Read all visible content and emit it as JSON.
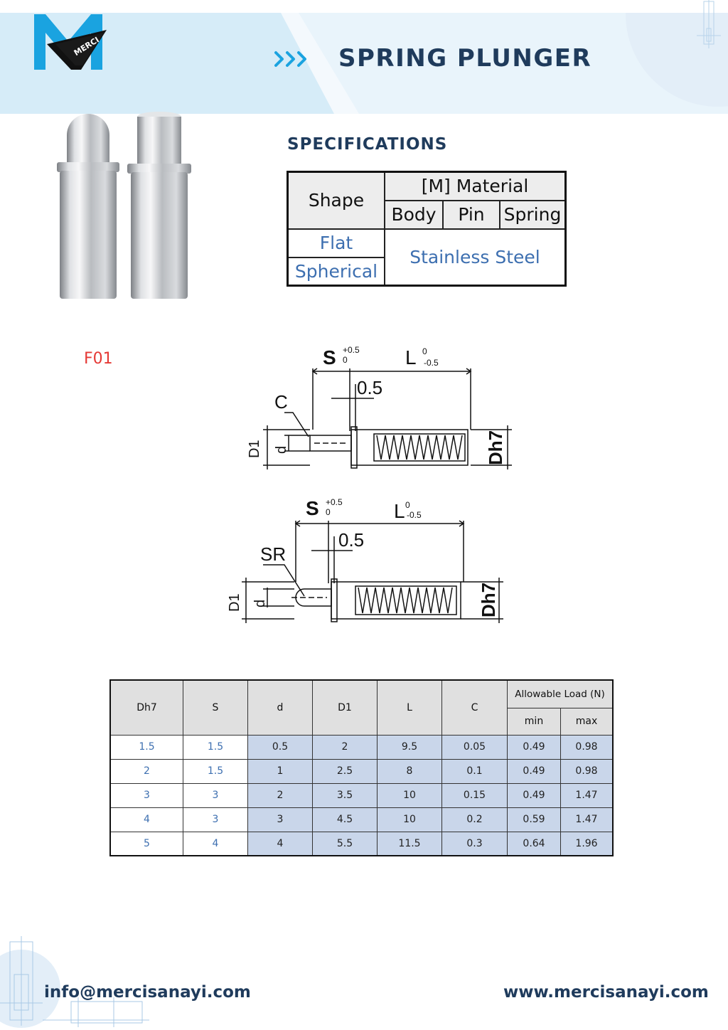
{
  "header": {
    "title": "SPRING PLUNGER",
    "logo_text": "MERCI"
  },
  "specs": {
    "title": "SPECIFICATIONS",
    "shape_label": "Shape",
    "material_label": "[M] Material",
    "body_label": "Body",
    "pin_label": "Pin",
    "spring_label": "Spring",
    "shapes": [
      "Flat",
      "Spherical"
    ],
    "material": "Stainless Steel"
  },
  "model_code": "F01",
  "diagrams": {
    "flat": {
      "s_label": "S",
      "s_tol_upper": "+0.5",
      "s_tol_lower": "0",
      "l_label": "L",
      "l_tol_upper": "0",
      "l_tol_lower": "-0.5",
      "gap": "0.5",
      "tip_label": "C",
      "d1_label": "D1",
      "d_label": "d",
      "dh7_label": "Dh7"
    },
    "spherical": {
      "s_label": "S",
      "s_tol_upper": "+0.5",
      "s_tol_lower": "0",
      "l_label": "L",
      "l_tol_upper": "0",
      "l_tol_lower": "-0.5",
      "gap": "0.5",
      "tip_label": "SR",
      "d1_label": "D1",
      "d_label": "d",
      "dh7_label": "Dh7"
    }
  },
  "table": {
    "headers": {
      "dh7": "Dh7",
      "s": "S",
      "d": "d",
      "d1": "D1",
      "l": "L",
      "c": "C",
      "load": "Allowable Load (N)",
      "min": "min",
      "max": "max"
    },
    "rows": [
      [
        "1.5",
        "1.5",
        "0.5",
        "2",
        "9.5",
        "0.05",
        "0.49",
        "0.98"
      ],
      [
        "2",
        "1.5",
        "1",
        "2.5",
        "8",
        "0.1",
        "0.49",
        "0.98"
      ],
      [
        "3",
        "3",
        "2",
        "3.5",
        "10",
        "0.15",
        "0.49",
        "1.47"
      ],
      [
        "4",
        "3",
        "3",
        "4.5",
        "10",
        "0.2",
        "0.59",
        "1.47"
      ],
      [
        "5",
        "4",
        "4",
        "5.5",
        "11.5",
        "0.3",
        "0.64",
        "1.96"
      ]
    ]
  },
  "footer": {
    "email": "info@mercisanayi.com",
    "website": "www.mercisanayi.com"
  },
  "colors": {
    "brand_blue": "#1aa3e0",
    "title_navy": "#1f3b5c",
    "accent_blue": "#3d6fb0",
    "red": "#e53935",
    "table_fill": "#c9d6ea"
  }
}
